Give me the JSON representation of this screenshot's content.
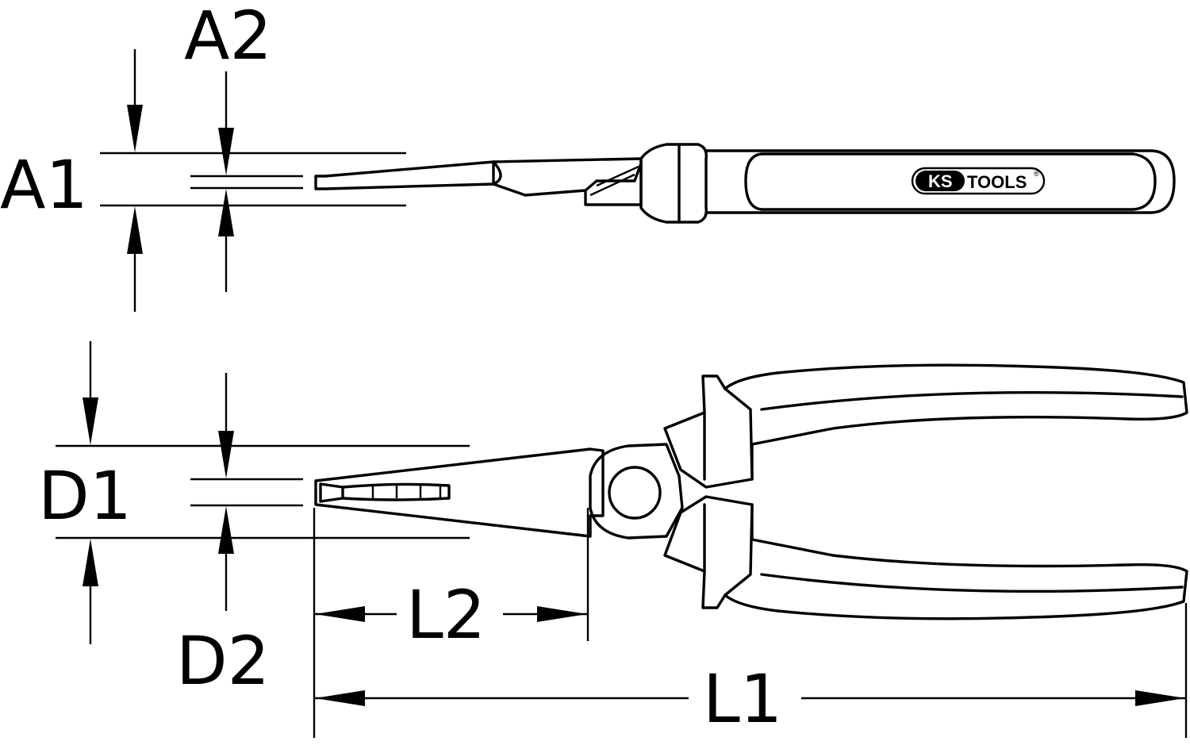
{
  "labels": {
    "a1": "A1",
    "a2": "A2",
    "d1": "D1",
    "d2": "D2",
    "l1": "L1",
    "l2": "L2"
  },
  "logo": {
    "ks": "KS",
    "tools": "TOOLS",
    "registered": "®"
  },
  "colors": {
    "line": "#000000",
    "background": "#ffffff"
  }
}
